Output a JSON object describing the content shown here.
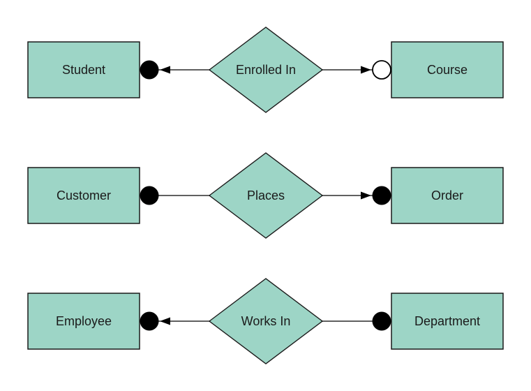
{
  "colors": {
    "background": "#ffffff",
    "shape_fill": "#9dd5c6",
    "shape_stroke": "#1a1a1a",
    "line": "#000000",
    "text": "#1a1a1a"
  },
  "rows": [
    {
      "left_entity": "Student",
      "relationship": "Enrolled In",
      "right_entity": "Course",
      "left_connector": {
        "terminator": "filled-circle",
        "arrowhead": "points-left-toward-entity"
      },
      "right_connector": {
        "terminator": "open-circle",
        "arrowhead": "points-right-toward-entity"
      }
    },
    {
      "left_entity": "Customer",
      "relationship": "Places",
      "right_entity": "Order",
      "left_connector": {
        "terminator": "filled-circle",
        "arrowhead": "none"
      },
      "right_connector": {
        "terminator": "filled-circle",
        "arrowhead": "points-right-toward-entity"
      }
    },
    {
      "left_entity": "Employee",
      "relationship": "Works In",
      "right_entity": "Department",
      "left_connector": {
        "terminator": "filled-circle",
        "arrowhead": "points-left-toward-entity"
      },
      "right_connector": {
        "terminator": "filled-circle",
        "arrowhead": "none"
      }
    }
  ]
}
